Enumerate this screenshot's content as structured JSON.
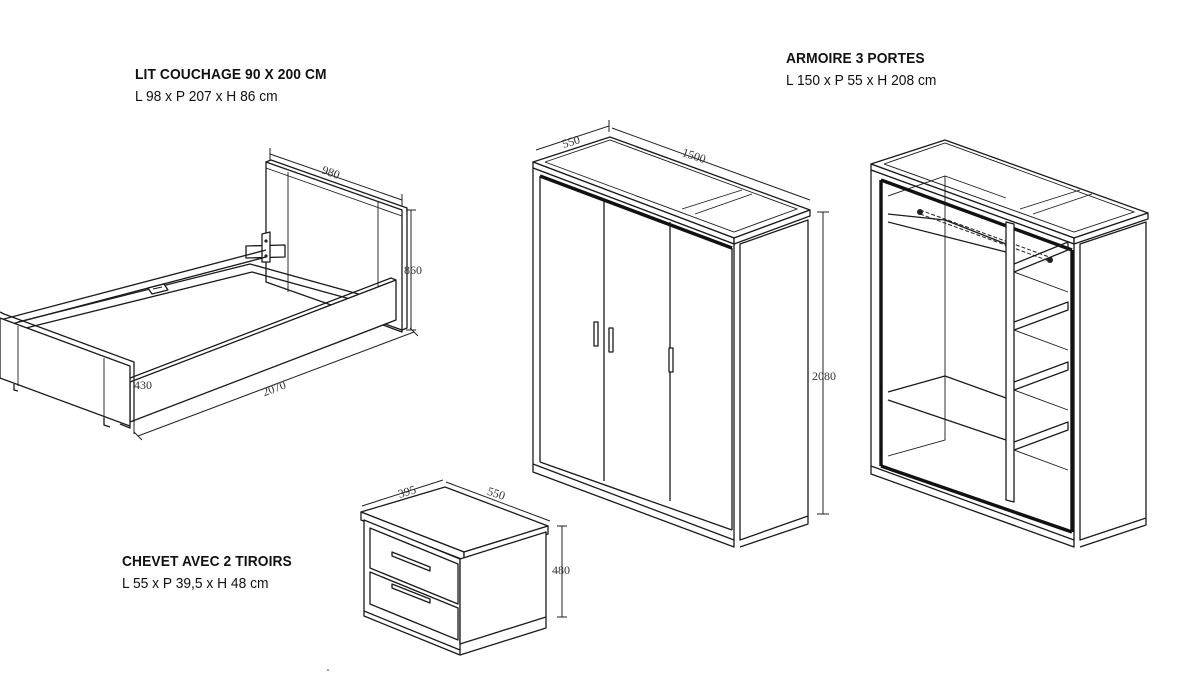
{
  "bed": {
    "title": "LIT COUCHAGE 90 X 200 CM",
    "dims": "L 98 x P 207 x H 86 cm",
    "dim_width": "980",
    "dim_height": "860",
    "dim_foot_height": "430",
    "dim_length": "2070"
  },
  "wardrobe": {
    "title": "ARMOIRE 3 PORTES",
    "dims": "L 150 x P 55 x H 208 cm",
    "dim_depth": "550",
    "dim_width": "1500",
    "dim_height": "2080"
  },
  "nightstand": {
    "title": "CHEVET AVEC 2 TIROIRS",
    "dims": "L 55 x P 39,5 x H 48 cm",
    "dim_depth": "395",
    "dim_width": "550",
    "dim_height": "480"
  }
}
